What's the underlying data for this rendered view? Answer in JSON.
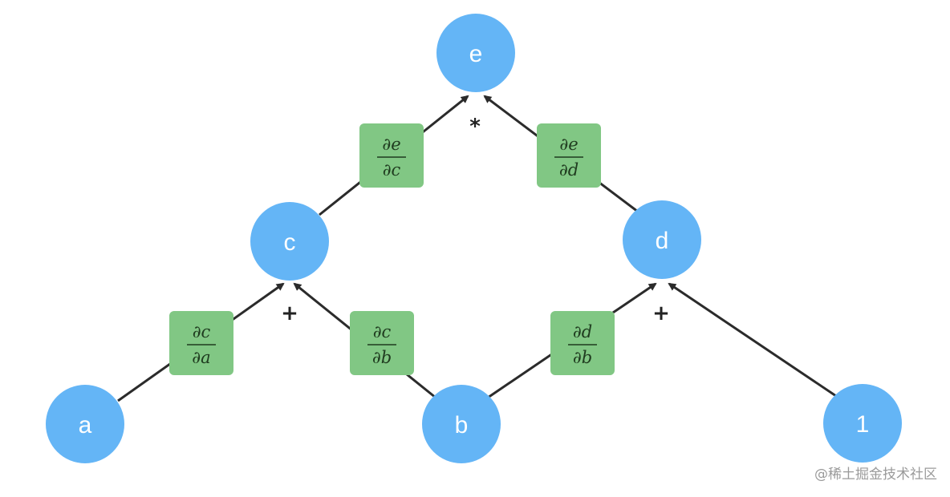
{
  "nodes": {
    "e": "e",
    "c": "c",
    "d": "d",
    "a": "a",
    "b": "b",
    "one": "1"
  },
  "edges": {
    "c_e": {
      "num": "∂e",
      "den": "∂c"
    },
    "d_e": {
      "num": "∂e",
      "den": "∂d"
    },
    "a_c": {
      "num": "∂c",
      "den": "∂a"
    },
    "b_c": {
      "num": "∂c",
      "den": "∂b"
    },
    "b_d": {
      "num": "∂d",
      "den": "∂b"
    }
  },
  "operators": {
    "e": "*",
    "c": "+",
    "d": "+"
  },
  "watermark": "@稀土掘金技术社区",
  "colors": {
    "node": "#64b5f6",
    "edge_label": "#81c784",
    "arrow": "#2b2b2b"
  }
}
